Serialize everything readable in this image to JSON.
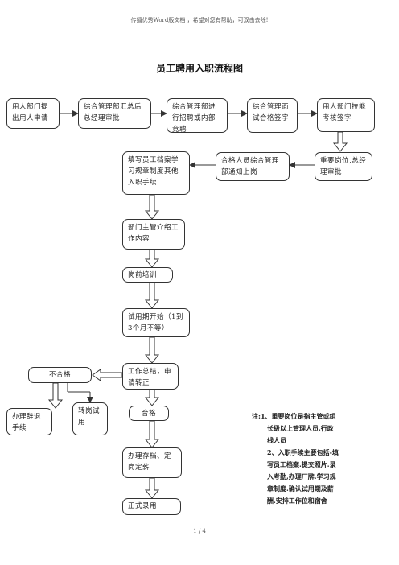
{
  "banner": "传播优秀Word版文档 ，希望对您有帮助，可双击去除!",
  "title": "员工聘用入职流程图",
  "nodes": {
    "dept_apply": "用人部门提出用人申请",
    "mgmt_approval": "综合管理部汇总后总经理审批",
    "recruit": "综合管理部进行招聘或内部竞聘",
    "interview": "综合管理面试合格签字",
    "dept_tech": "用人部门技能考核签字",
    "key_post": "重要岗位,总经理审批",
    "notify": "合格人员综合管理部通知上岗",
    "onboard": "填写员工档案学习规章制度其他入职手续",
    "intro": "部门主管介绍工作内容",
    "training": "岗前培训",
    "probation": "试用期开始（1到3个月不等）",
    "summary": "工作总结，申请转正",
    "fail": "不合格",
    "resign": "办理辞退手续",
    "transfer": "转岗试用",
    "pass": "合格",
    "archive": "办理存档、定岗定薪",
    "hire": "正式录用"
  },
  "notes": {
    "line1": "注:1、重要岗位是指主管或组",
    "line2": "长级以上管理人员.行政",
    "line3": "线人员",
    "line4": "2、入职手续主要包括-填",
    "line5": "写员工档案.提交照片.录",
    "line6": "入考勤,办理厂牌.学习规",
    "line7": "章制度.确认试用期及薪",
    "line8": "酬.安排工作位和宿舍"
  },
  "page_number": "1 / 4"
}
